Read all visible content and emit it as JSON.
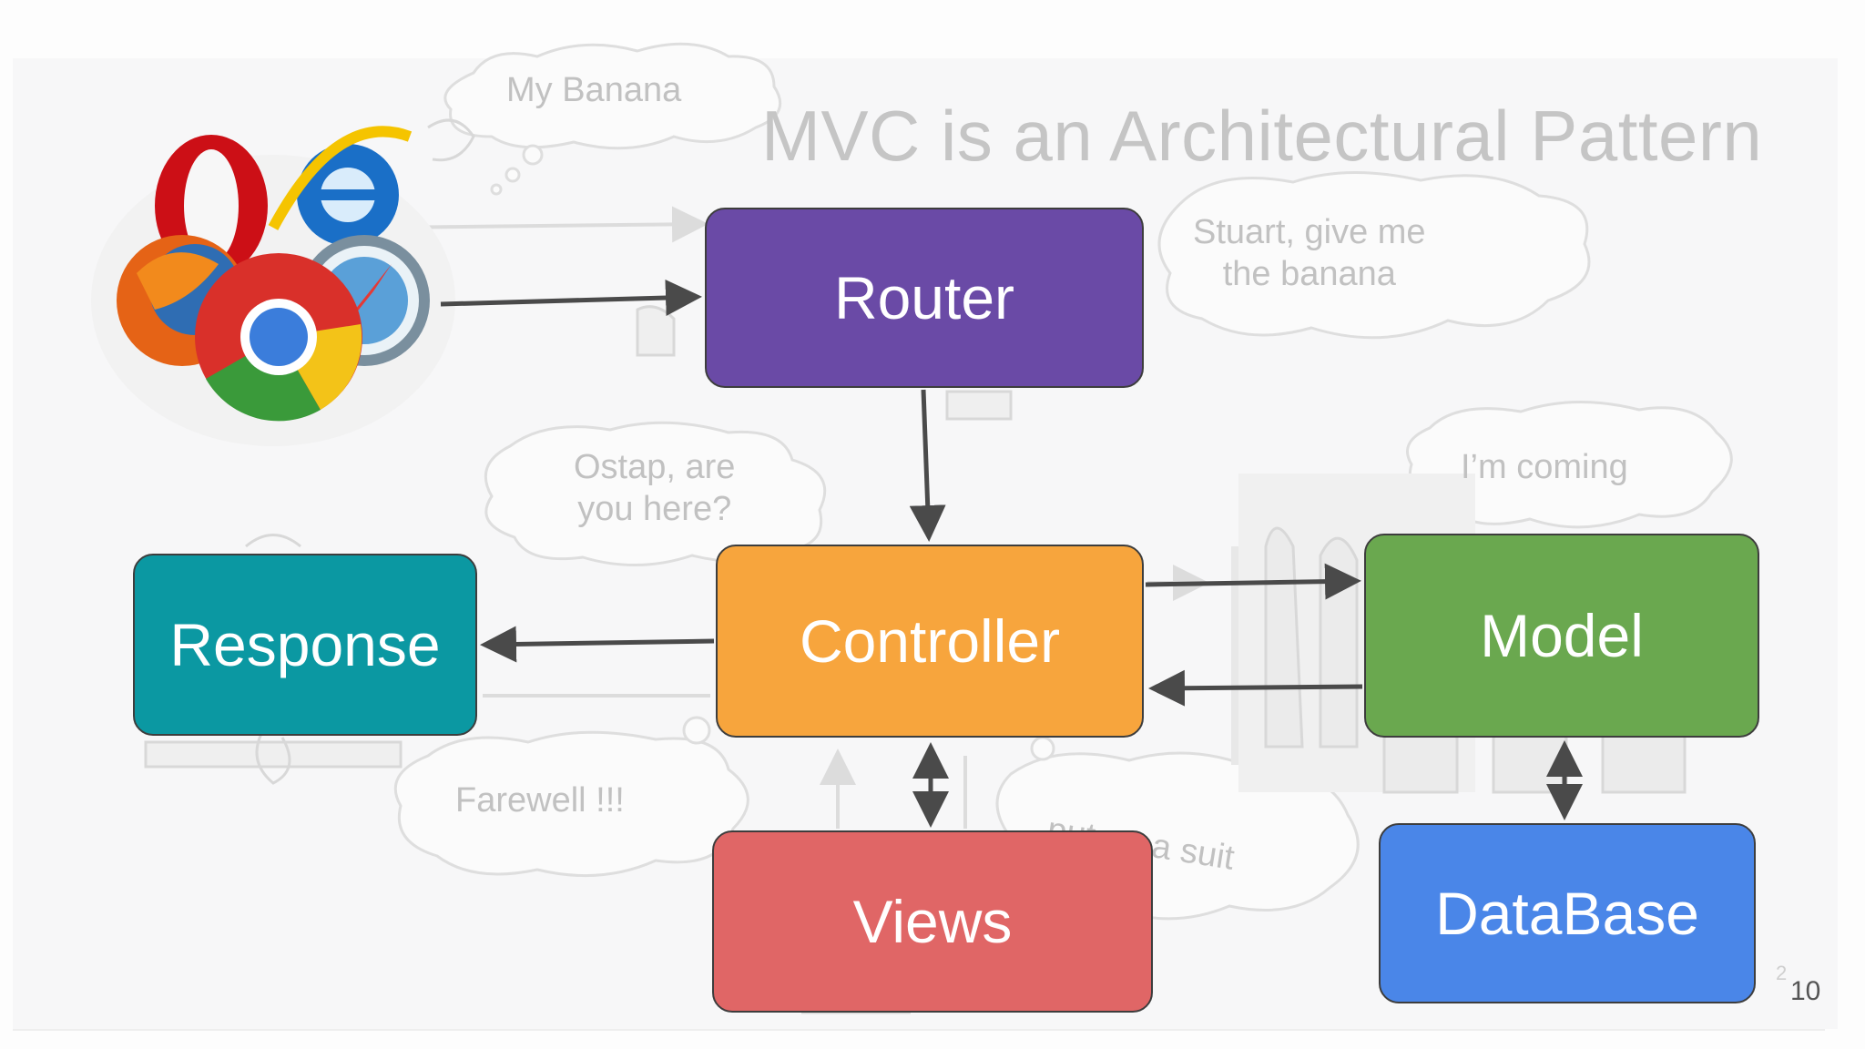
{
  "slide": {
    "title": "MVC is an Architectural Pattern",
    "page_number": "10",
    "page_superscript": "2"
  },
  "clouds": {
    "my_banana": "My Banana",
    "stuart": "Stuart, give me\nthe banana",
    "ostap": "Ostap, are\nyou here?",
    "coming": "I’m coming",
    "farewell": "Farewell !!!",
    "suit": "put on a suit"
  },
  "nodes": {
    "router": "Router",
    "controller": "Controller",
    "model": "Model",
    "response": "Response",
    "views": "Views",
    "database": "DataBase"
  },
  "colors": {
    "router": "#6a4aa6",
    "controller": "#f7a53d",
    "model": "#6aa84f",
    "response": "#0b98a2",
    "views": "#e06666",
    "database": "#4a86e8",
    "arrow": "#4a4a4a"
  },
  "icons": [
    "opera-icon",
    "internet-explorer-icon",
    "firefox-icon",
    "chrome-icon",
    "safari-icon"
  ]
}
